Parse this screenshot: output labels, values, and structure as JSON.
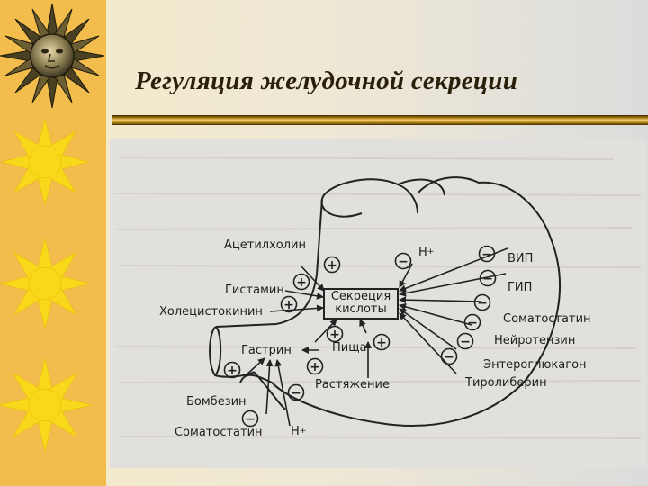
{
  "slide": {
    "title": "Регуляция желудочной секреции"
  },
  "diagram": {
    "center_box": {
      "line1": "Секреция",
      "line2": "кислоты"
    },
    "stimulators": [
      {
        "label": "Ацетилхолин",
        "sign": "+"
      },
      {
        "label": "Гистамин",
        "sign": "+"
      },
      {
        "label": "Холецистокинин",
        "sign": "+"
      },
      {
        "label": "Пища",
        "sign": "+"
      },
      {
        "label": "Растяжение",
        "sign": "+"
      }
    ],
    "inhibitors": [
      {
        "label": "ВИП",
        "sign": "−"
      },
      {
        "label": "ГИП",
        "sign": "−"
      },
      {
        "label": "Соматостатин",
        "sign": "−"
      },
      {
        "label": "Нейротензин",
        "sign": "−"
      },
      {
        "label": "Энтероглюкагон",
        "sign": "−"
      },
      {
        "label": "Тиролиберин",
        "sign": "−"
      }
    ],
    "h_ion_top": {
      "label": "H",
      "charge": "+",
      "sign": "−"
    },
    "gastrin": {
      "label": "Гастрин",
      "inputs": [
        {
          "label": "Бомбезин",
          "sign": "+"
        },
        {
          "label": "Соматостатин",
          "sign": "−"
        },
        {
          "label": "H",
          "charge": "+",
          "sign": "−"
        }
      ]
    }
  }
}
